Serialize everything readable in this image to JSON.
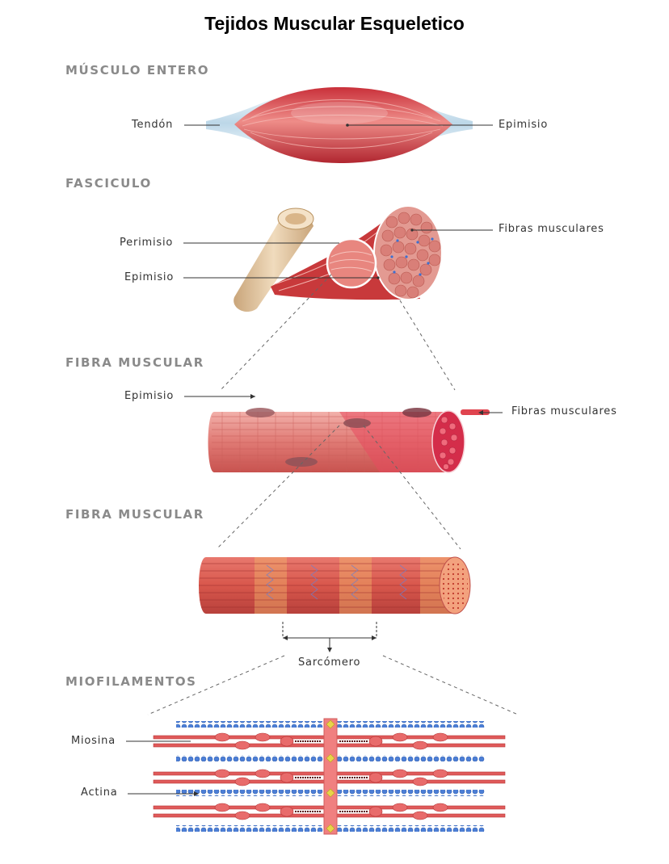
{
  "title": "Tejidos Muscular Esqueletico",
  "sections": {
    "whole_muscle": "MÚSCULO ENTERO",
    "fascicle": "FASCICULO",
    "fiber_1": "FIBRA MUSCULAR",
    "fiber_2": "FIBRA MUSCULAR",
    "myofilaments": "MIOFILAMENTOS"
  },
  "labels": {
    "tendon": "Tendón",
    "epimisio_1": "Epimisio",
    "fibras_1": "Fibras musculares",
    "perimisio": "Perimisio",
    "epimisio_2": "Epimisio",
    "epimisio_3": "Epimisio",
    "fibras_2": "Fibras musculares",
    "sarcomero": "Sarcómero",
    "miosina": "Miosina",
    "actina": "Actina"
  },
  "colors": {
    "muscle_red": "#d9464b",
    "muscle_dark": "#b32a33",
    "tendon": "#cfe3ee",
    "bone": "#e6caa4",
    "actin_blue": "#4d7fd6",
    "myosin_red": "#e05a5a",
    "zline": "#f08080",
    "zjoint": "#e8d44a"
  }
}
